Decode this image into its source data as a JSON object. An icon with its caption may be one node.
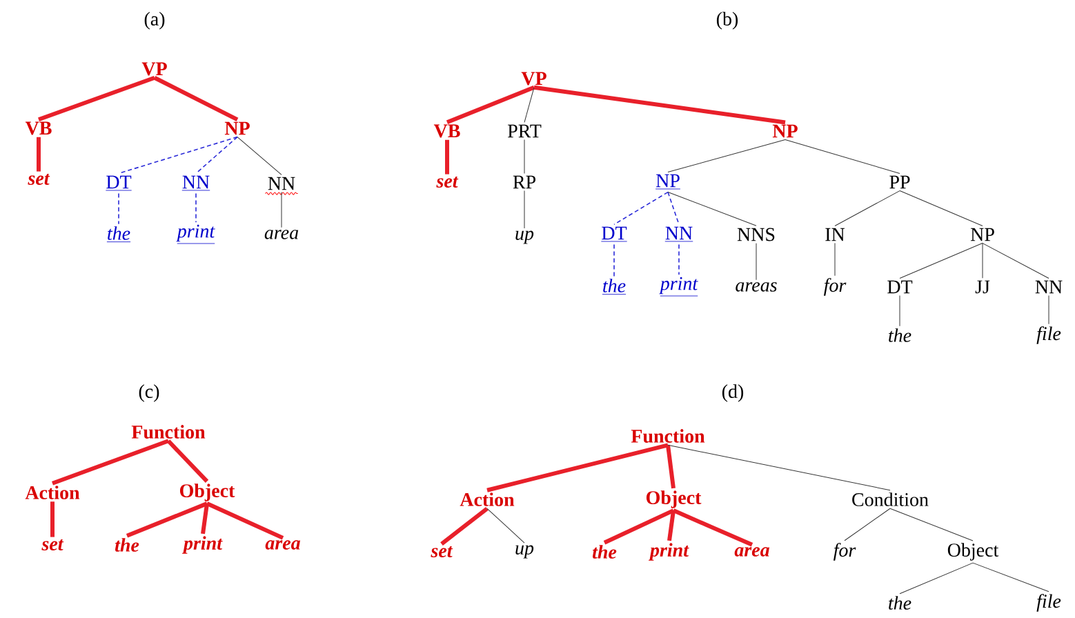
{
  "diagram": {
    "nodes": [
      {
        "text": [
          "VP"
        ]
      },
      {
        "text": [
          "VB"
        ]
      },
      {
        "text": [
          "NP"
        ]
      },
      {
        "text": [
          "set"
        ]
      },
      {
        "text": [
          "DT"
        ]
      },
      {
        "text": [
          "NN"
        ]
      },
      {
        "text": [
          "NN"
        ]
      },
      {
        "text": [
          "the"
        ]
      },
      {
        "text": [
          "print"
        ]
      },
      {
        "text": [
          "area"
        ]
      },
      {
        "text": [
          "VP"
        ]
      },
      {
        "text": [
          "VB"
        ]
      },
      {
        "text": [
          "PRT"
        ]
      },
      {
        "text": [
          "NP"
        ]
      },
      {
        "text": [
          "set"
        ]
      },
      {
        "text": [
          "RP"
        ]
      },
      {
        "text": [
          "up"
        ]
      },
      {
        "text": [
          "NP"
        ]
      },
      {
        "text": [
          "PP"
        ]
      },
      {
        "text": [
          "DT"
        ]
      },
      {
        "text": [
          "NN"
        ]
      },
      {
        "text": [
          "NNS"
        ]
      },
      {
        "text": [
          "IN"
        ]
      },
      {
        "text": [
          "NP"
        ]
      },
      {
        "text": [
          "the"
        ]
      },
      {
        "text": [
          "print"
        ]
      },
      {
        "text": [
          "areas"
        ]
      },
      {
        "text": [
          "for"
        ]
      },
      {
        "text": [
          "DT"
        ]
      },
      {
        "text": [
          "JJ"
        ]
      },
      {
        "text": [
          "NN"
        ]
      },
      {
        "text": [
          "the"
        ]
      },
      {
        "text": [
          "file"
        ]
      },
      {
        "text": [
          "Function"
        ]
      },
      {
        "text": [
          "Action"
        ]
      },
      {
        "text": [
          "Object"
        ]
      },
      {
        "text": [
          "set"
        ]
      },
      {
        "text": [
          "the"
        ]
      },
      {
        "text": [
          "print"
        ]
      },
      {
        "text": [
          "area"
        ]
      },
      {
        "text": [
          "Function"
        ]
      },
      {
        "text": [
          "Action"
        ]
      },
      {
        "text": [
          "Object"
        ]
      },
      {
        "text": [
          "Condition"
        ]
      },
      {
        "text": [
          "set"
        ]
      },
      {
        "text": [
          "up"
        ]
      },
      {
        "text": [
          "the"
        ]
      },
      {
        "text": [
          "print"
        ]
      },
      {
        "text": [
          "area"
        ]
      },
      {
        "text": [
          "for"
        ]
      },
      {
        "text": [
          "Object"
        ]
      },
      {
        "text": [
          "the"
        ]
      },
      {
        "text": [
          "file"
        ]
      }
    ],
    "edges": [
      {
        "from": 0,
        "to": 1,
        "arrow": "none",
        "style": "thick",
        "color": "#e8202a"
      },
      {
        "from": 0,
        "to": 2,
        "arrow": "none",
        "style": "thick",
        "color": "#e8202a"
      },
      {
        "from": 1,
        "to": 3,
        "arrow": "none",
        "style": "thick",
        "color": "#e8202a"
      },
      {
        "from": 2,
        "to": 4,
        "arrow": "none",
        "style": "dashed",
        "color": "#2a2ad8"
      },
      {
        "from": 2,
        "to": 5,
        "arrow": "none",
        "style": "dashed",
        "color": "#2a2ad8"
      },
      {
        "from": 2,
        "to": 6,
        "arrow": "none"
      },
      {
        "from": 4,
        "to": 7,
        "arrow": "none",
        "style": "dashed",
        "color": "#2a2ad8"
      },
      {
        "from": 5,
        "to": 8,
        "arrow": "none",
        "style": "dashed",
        "color": "#2a2ad8"
      },
      {
        "from": 6,
        "to": 9,
        "arrow": "none"
      },
      {
        "from": 10,
        "to": 11,
        "arrow": "none",
        "style": "thick",
        "color": "#e8202a"
      },
      {
        "from": 10,
        "to": 12,
        "arrow": "none"
      },
      {
        "from": 10,
        "to": 13,
        "arrow": "none",
        "style": "thick",
        "color": "#e8202a"
      },
      {
        "from": 11,
        "to": 14,
        "arrow": "none",
        "style": "thick",
        "color": "#e8202a"
      },
      {
        "from": 12,
        "to": 15,
        "arrow": "none"
      },
      {
        "from": 15,
        "to": 16,
        "arrow": "none"
      },
      {
        "from": 13,
        "to": 17,
        "arrow": "none"
      },
      {
        "from": 13,
        "to": 18,
        "arrow": "none"
      },
      {
        "from": 17,
        "to": 19,
        "arrow": "none",
        "style": "dashed",
        "color": "#2a2ad8"
      },
      {
        "from": 17,
        "to": 20,
        "arrow": "none",
        "style": "dashed",
        "color": "#2a2ad8"
      },
      {
        "from": 17,
        "to": 21,
        "arrow": "none"
      },
      {
        "from": 18,
        "to": 22,
        "arrow": "none"
      },
      {
        "from": 18,
        "to": 23,
        "arrow": "none"
      },
      {
        "from": 19,
        "to": 24,
        "arrow": "none",
        "style": "dashed",
        "color": "#2a2ad8"
      },
      {
        "from": 20,
        "to": 25,
        "arrow": "none",
        "style": "dashed",
        "color": "#2a2ad8"
      },
      {
        "from": 21,
        "to": 26,
        "arrow": "none"
      },
      {
        "from": 22,
        "to": 27,
        "arrow": "none"
      },
      {
        "from": 23,
        "to": 28,
        "arrow": "none"
      },
      {
        "from": 23,
        "to": 29,
        "arrow": "none"
      },
      {
        "from": 23,
        "to": 30,
        "arrow": "none"
      },
      {
        "from": 28,
        "to": 31,
        "arrow": "none"
      },
      {
        "from": 30,
        "to": 32,
        "arrow": "none"
      },
      {
        "from": 33,
        "to": 34,
        "arrow": "none",
        "style": "thick",
        "color": "#e8202a"
      },
      {
        "from": 33,
        "to": 35,
        "arrow": "none",
        "style": "thick",
        "color": "#e8202a"
      },
      {
        "from": 34,
        "to": 36,
        "arrow": "none",
        "style": "thick",
        "color": "#e8202a"
      },
      {
        "from": 35,
        "to": 37,
        "arrow": "none",
        "style": "thick",
        "color": "#e8202a"
      },
      {
        "from": 35,
        "to": 38,
        "arrow": "none",
        "style": "thick",
        "color": "#e8202a"
      },
      {
        "from": 35,
        "to": 39,
        "arrow": "none",
        "style": "thick",
        "color": "#e8202a"
      },
      {
        "from": 40,
        "to": 41,
        "arrow": "none",
        "style": "thick",
        "color": "#e8202a"
      },
      {
        "from": 40,
        "to": 42,
        "arrow": "none",
        "style": "thick",
        "color": "#e8202a"
      },
      {
        "from": 40,
        "to": 43,
        "arrow": "none"
      },
      {
        "from": 41,
        "to": 44,
        "arrow": "none",
        "style": "thick",
        "color": "#e8202a"
      },
      {
        "from": 41,
        "to": 45,
        "arrow": "none"
      },
      {
        "from": 42,
        "to": 46,
        "arrow": "none",
        "style": "thick",
        "color": "#e8202a"
      },
      {
        "from": 42,
        "to": 47,
        "arrow": "none",
        "style": "thick",
        "color": "#e8202a"
      },
      {
        "from": 42,
        "to": 48,
        "arrow": "none",
        "style": "thick",
        "color": "#e8202a"
      },
      {
        "from": 43,
        "to": 49,
        "arrow": "none"
      },
      {
        "from": 43,
        "to": 50,
        "arrow": "none"
      },
      {
        "from": 50,
        "to": 51,
        "arrow": "none"
      },
      {
        "from": 50,
        "to": 52,
        "arrow": "none"
      }
    ],
    "labels": [
      "(a)",
      "(b)",
      "(c)",
      "(d)"
    ]
  }
}
